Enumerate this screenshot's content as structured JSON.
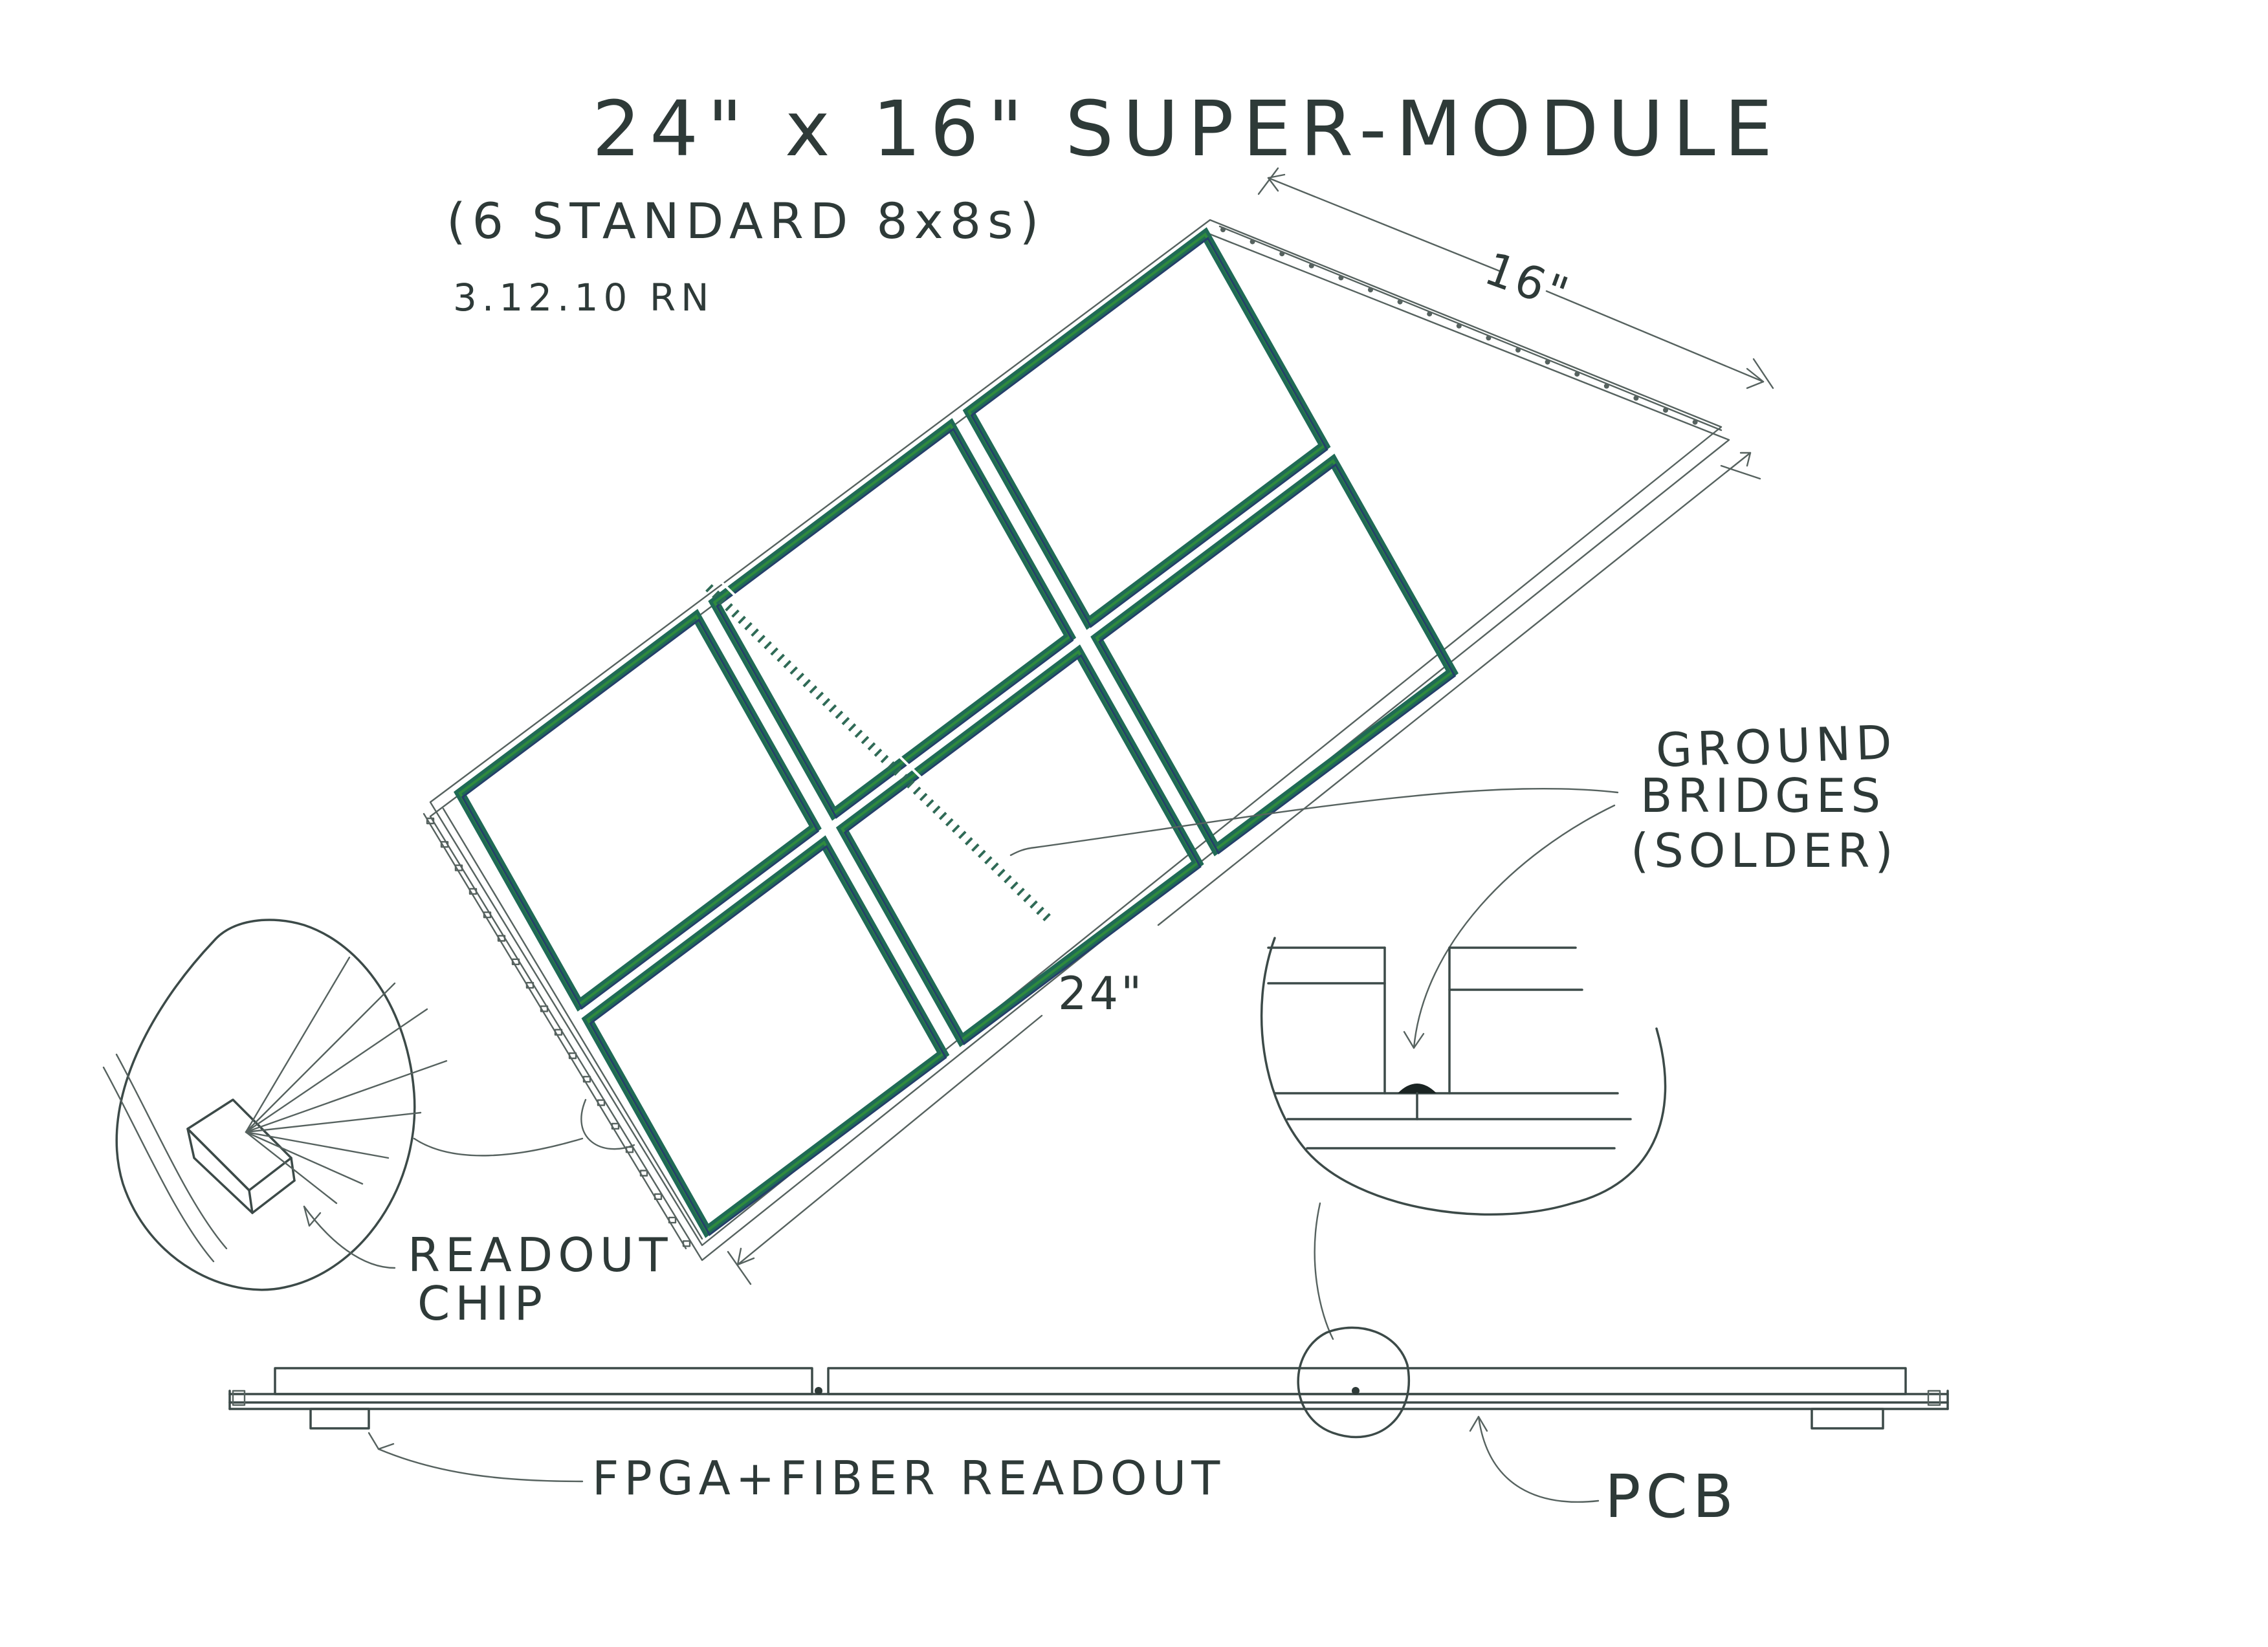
{
  "title": "24\" x 16\"  SUPER-MODULE",
  "subtitle": "(6 STANDARD 8x8s)",
  "date_initials": "3.12.10 RN",
  "dimensions": {
    "width": "16\"",
    "length": "24\""
  },
  "callouts": {
    "ground_bridges": [
      "GROUND",
      "BRIDGES",
      "(SOLDER)"
    ],
    "readout_chip": [
      "READOUT",
      "CHIP"
    ],
    "fpga_readout": "FPGA+FIBER READOUT",
    "pcb": "PCB"
  },
  "colors": {
    "frame": "#1f6a55",
    "frame_highlight": "#2f8a3e",
    "pencil": "#3c4a48"
  }
}
